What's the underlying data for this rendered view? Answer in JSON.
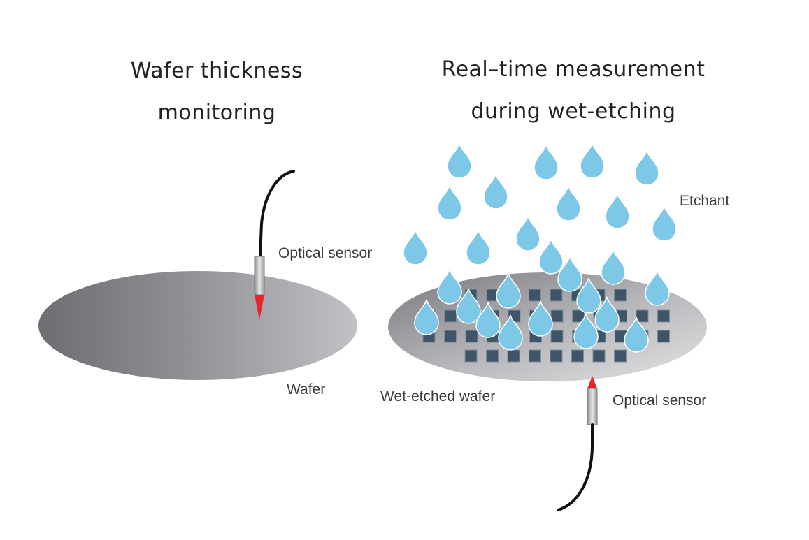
{
  "left_panel": {
    "title_line1": "Wafer thickness",
    "title_line2": "monitoring",
    "sensor_label": "Optical sensor",
    "wafer_label": "Wafer"
  },
  "right_panel": {
    "title_line1": "Real–time measurement",
    "title_line2": "during wet-etching",
    "etchant_label": "Etchant",
    "wafer_label": "Wet-etched wafer",
    "sensor_label": "Optical sensor"
  },
  "colors": {
    "droplet": "#7cc8e6",
    "wafer_gray": "#a9a9ac",
    "die_square": "#3f5466",
    "sensor_tip": "#e8242a",
    "cable": "#111111"
  }
}
